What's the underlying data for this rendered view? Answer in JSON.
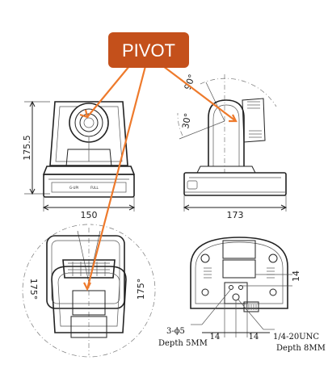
{
  "callout": {
    "label": "PIVOT",
    "color": "#c4501b",
    "line_color": "#ee7a2c"
  },
  "front_view": {
    "height_label": "175.5",
    "width_label": "150",
    "face_text_left": "G-UPI",
    "face_text_right": "FULL"
  },
  "side_view": {
    "tilt_up_label": "90°",
    "tilt_down_label": "30°",
    "width_label": "173"
  },
  "top_view": {
    "pan_left_label": "175°",
    "pan_right_label": "175°"
  },
  "bottom_view": {
    "hole_label": "3-ϕ5",
    "hole_depth_label": "Depth 5MM",
    "spacing_left_label": "14",
    "spacing_right_label": "14",
    "spacing_vertical_label": "14",
    "thread_label": "1/4-20UNC",
    "thread_depth_label": "Depth 8MM"
  }
}
